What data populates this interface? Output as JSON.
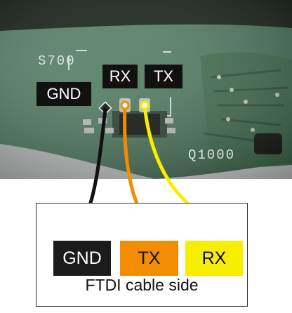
{
  "pcb": {
    "silkscreen": {
      "s700": "S700",
      "q1000": "Q1000"
    },
    "labels": {
      "gnd": "GND",
      "rx": "RX",
      "tx": "TX"
    }
  },
  "cable": {
    "pins": [
      {
        "label": "GND",
        "background": "#1b1b1b",
        "color": "#ffffff"
      },
      {
        "label": "TX",
        "background": "#f28c00",
        "color": "#111111"
      },
      {
        "label": "RX",
        "background": "#f7ee00",
        "color": "#111111"
      }
    ],
    "caption": "FTDI cable side"
  },
  "wire_colors": {
    "gnd": "#111111",
    "tx": "#f28c00",
    "rx": "#f7ee00"
  }
}
